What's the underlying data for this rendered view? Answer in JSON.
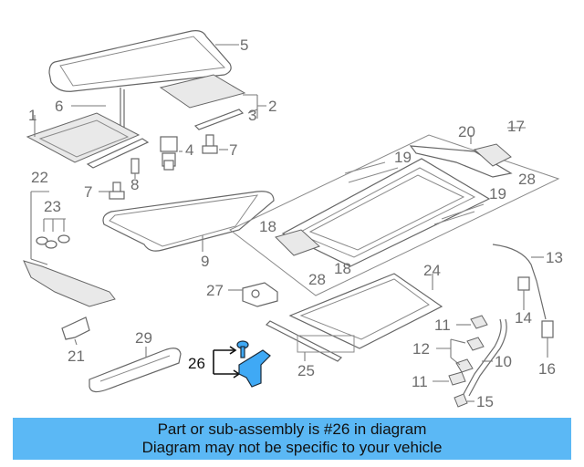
{
  "diagram": {
    "callouts": [
      "1",
      "2",
      "3",
      "4",
      "5",
      "6",
      "7",
      "7",
      "8",
      "9",
      "10",
      "11",
      "11",
      "12",
      "13",
      "14",
      "15",
      "16",
      "17",
      "18",
      "18",
      "19",
      "19",
      "20",
      "21",
      "22",
      "23",
      "24",
      "25",
      "26",
      "27",
      "28",
      "28",
      "29"
    ],
    "highlighted_part": "26",
    "highlight_color": "#3fa9f5"
  },
  "banner": {
    "line1": "Part or sub-assembly is #26 in diagram",
    "line2": "Diagram may not be specific to your vehicle",
    "background": "#5bb8f5"
  }
}
